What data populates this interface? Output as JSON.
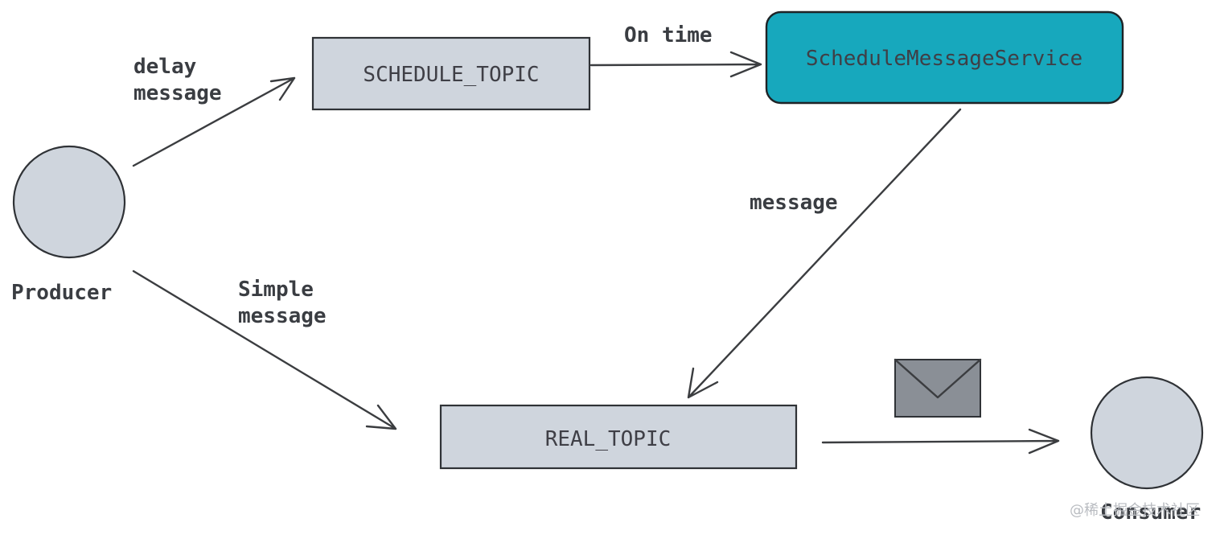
{
  "nodes": {
    "producer": {
      "label": "Producer"
    },
    "consumer": {
      "label": "Consumer"
    },
    "schedule_topic": {
      "label": "SCHEDULE_TOPIC"
    },
    "schedule_service": {
      "label": "ScheduleMessageService"
    },
    "real_topic": {
      "label": "REAL_TOPIC"
    }
  },
  "edges": {
    "delay": {
      "line1": "delay",
      "line2": "message"
    },
    "on_time": {
      "label": "On time"
    },
    "message": {
      "label": "message"
    },
    "simple": {
      "line1": "Simple",
      "line2": "message"
    }
  },
  "watermark": "@稀土掘金技术社区",
  "colors": {
    "node_fill": "#cfd5dd",
    "service_fill": "#17a8bd",
    "envelope_fill": "#8a8f96"
  }
}
